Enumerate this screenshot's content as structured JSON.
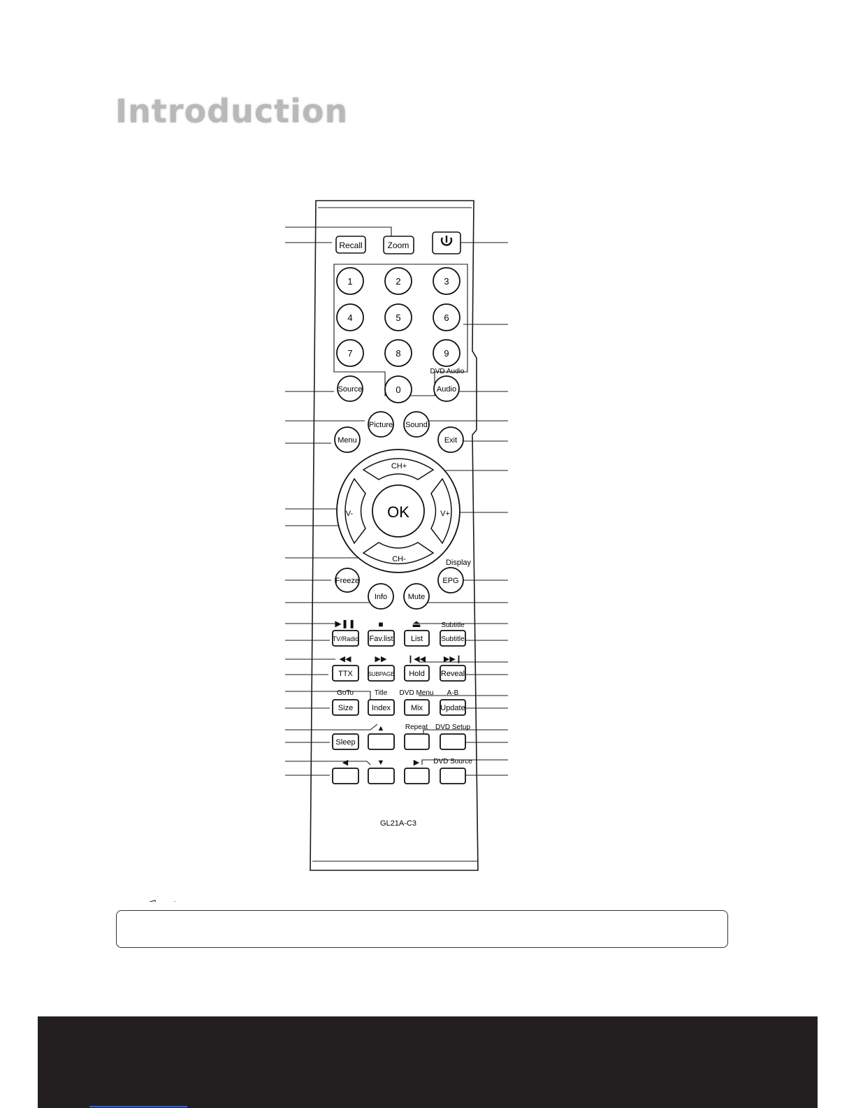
{
  "page": {
    "heading": "Introduction"
  },
  "remote": {
    "model": "GL21A-C3",
    "top_buttons": {
      "recall": "Recall",
      "zoom": "Zoom"
    },
    "numbers": [
      "1",
      "2",
      "3",
      "4",
      "5",
      "6",
      "7",
      "8",
      "9",
      "0"
    ],
    "round_buttons": {
      "source": "Source",
      "audio": "Audio",
      "picture": "Picture",
      "sound": "Sound",
      "menu": "Menu",
      "exit": "Exit",
      "freeze": "Freeze",
      "epg": "EPG",
      "info": "Info",
      "mute": "Mute"
    },
    "dpad": {
      "ch_plus": "CH+",
      "ch_minus": "CH-",
      "v_minus": "V-",
      "v_plus": "V+",
      "ok": "OK"
    },
    "rect_buttons": {
      "tv_radio": "TV/Radio",
      "fav_list": "Fav.list",
      "list": "List",
      "subtitle": "Subtitle",
      "ttx": "TTX",
      "subpage": "SUBPAGE",
      "hold": "Hold",
      "reveal": "Reveal",
      "size": "Size",
      "index": "Index",
      "mix": "Mix",
      "update": "Update",
      "sleep": "Sleep"
    },
    "secondary_labels": {
      "dvd_audio": "DVD Audio",
      "display": "Display",
      "subtitle": "Subtitle",
      "goto": "GoTo",
      "title": "Title",
      "dvd_menu": "DVD Menu",
      "a_b": "A-B",
      "repeat": "Repeat",
      "dvd_setup": "DVD Setup",
      "dvd_source": "DVD Source"
    },
    "glyphs": {
      "play_pause": "▶❚❚",
      "stop": "■",
      "eject": "⏏",
      "rewind": "◀◀",
      "fast_forward": "▶▶",
      "prev": "❙◀◀",
      "next": "▶▶❙",
      "up": "▲",
      "down": "▼",
      "left": "◀",
      "right": "▶"
    }
  },
  "icons": {
    "power": "power-icon",
    "note": "note-icon"
  }
}
